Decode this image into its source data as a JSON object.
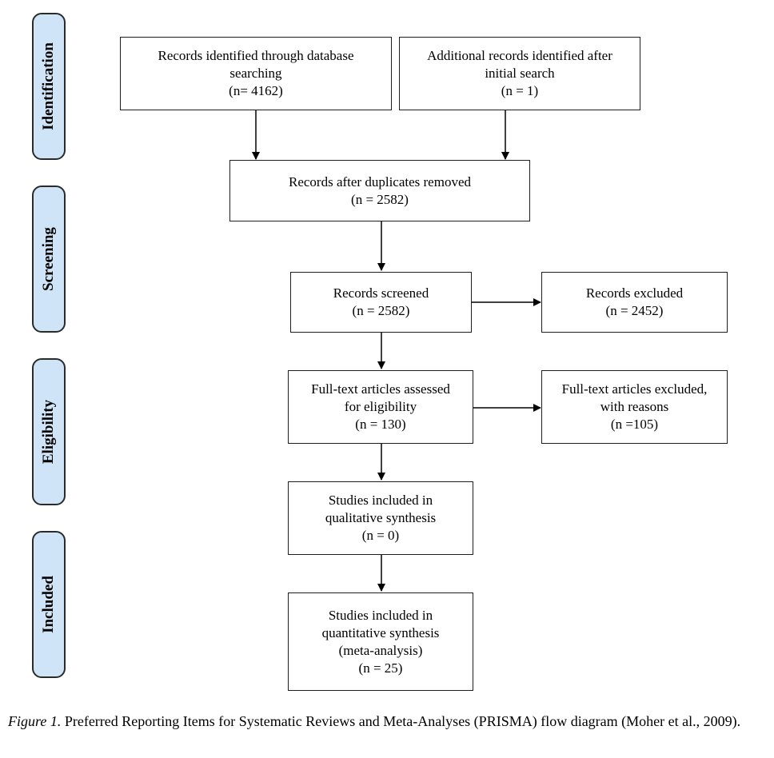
{
  "phases": {
    "identification": "Identification",
    "screening": "Screening",
    "eligibility": "Eligibility",
    "included": "Included"
  },
  "boxes": {
    "db_search": {
      "line1": "Records identified through database",
      "line2": "searching",
      "line3": "(n= 4162)"
    },
    "additional": {
      "line1": "Additional records identified after",
      "line2": "initial search",
      "line3": "(n = 1)"
    },
    "duplicates_removed": {
      "line1": "Records after duplicates removed",
      "line2": "(n = 2582)"
    },
    "screened": {
      "line1": "Records screened",
      "line2": "(n =  2582)"
    },
    "excluded": {
      "line1": "Records excluded",
      "line2": "(n = 2452)"
    },
    "fulltext_assessed": {
      "line1": "Full-text articles assessed",
      "line2": "for eligibility",
      "line3": "(n = 130)"
    },
    "fulltext_excluded": {
      "line1": "Full-text articles excluded,",
      "line2": "with reasons",
      "line3": "(n =105)"
    },
    "qualitative": {
      "line1": "Studies included in",
      "line2": "qualitative synthesis",
      "line3": "(n = 0)"
    },
    "quantitative": {
      "line1": "Studies included in",
      "line2": "quantitative synthesis",
      "line3": "(meta-analysis)",
      "line4": "(n = 25)"
    }
  },
  "caption": {
    "lead": "Figure 1.",
    "text": "Preferred Reporting Items for Systematic Reviews and Meta-Analyses (PRISMA) flow diagram (Moher et al., 2009)."
  }
}
